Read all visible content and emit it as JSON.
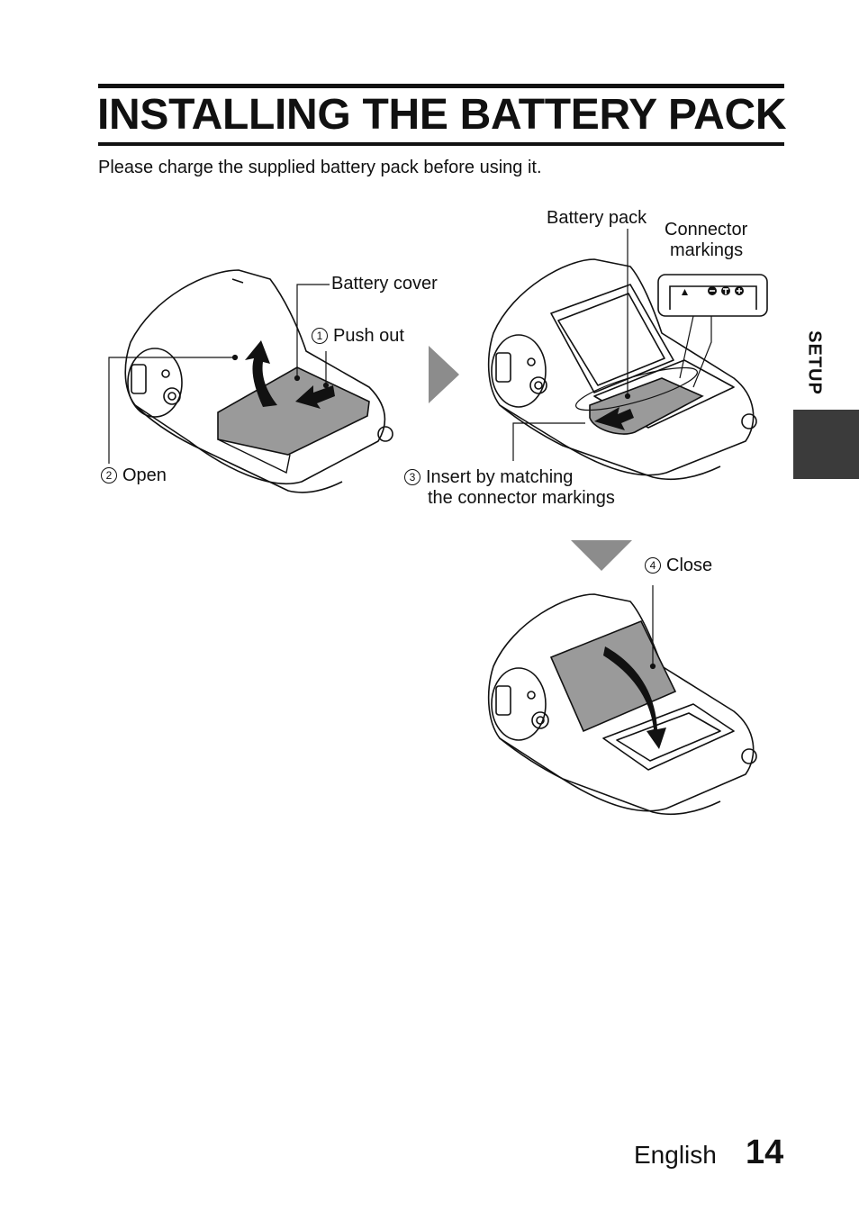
{
  "header": {
    "title": "INSTALLING THE BATTERY PACK",
    "intro": "Please charge the supplied battery pack before using it."
  },
  "side_tab": {
    "label": "SETUP"
  },
  "figure1": {
    "battery_cover_label": "Battery cover",
    "push_out_step": "1",
    "push_out_label": "Push out",
    "open_step": "2",
    "open_label": "Open"
  },
  "figure2": {
    "battery_pack_label": "Battery pack",
    "connector_markings_line1": "Connector",
    "connector_markings_line2": "markings",
    "insert_step": "3",
    "insert_line1": "Insert by matching",
    "insert_line2": "the connector markings"
  },
  "figure3": {
    "close_step": "4",
    "close_label": "Close"
  },
  "footer": {
    "language": "English",
    "page_number": "14"
  }
}
